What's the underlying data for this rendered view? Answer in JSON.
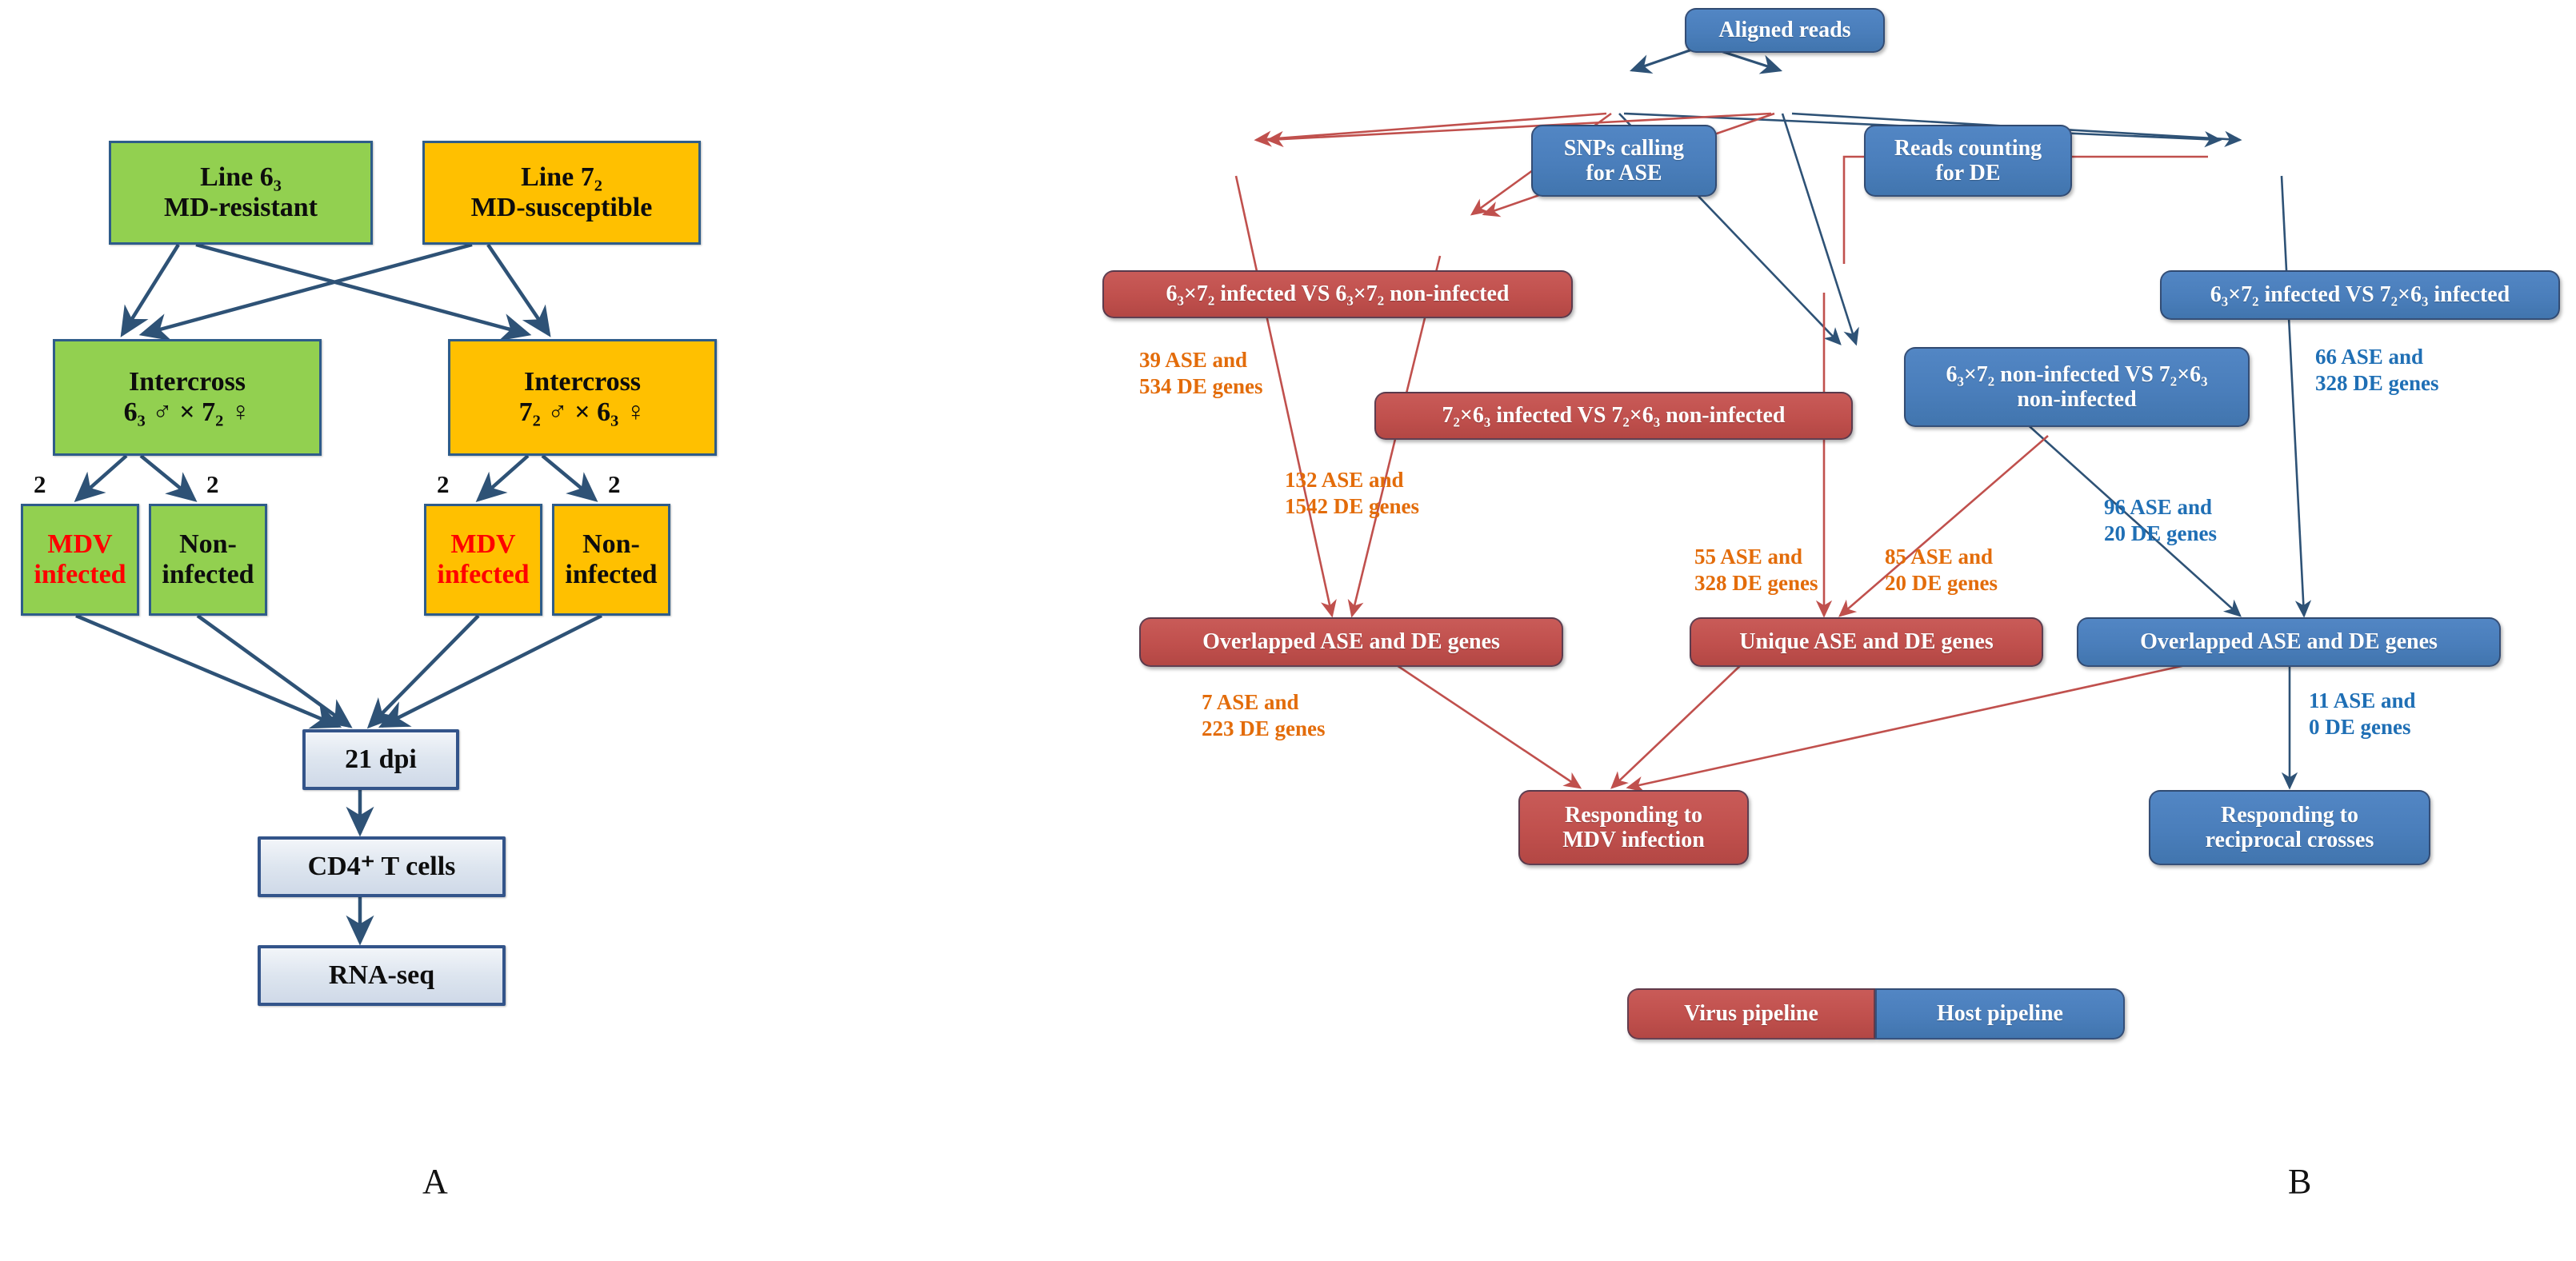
{
  "figure": {
    "panels": [
      {
        "id": "A",
        "caption": "A"
      },
      {
        "id": "B",
        "caption": "B"
      }
    ]
  },
  "panel_a": {
    "nodes": {
      "line63": {
        "line1": "Line 6₃",
        "line2": "MD-resistant",
        "color": "#92D050"
      },
      "line72": {
        "line1": "Line 7₂",
        "line2": "MD-susceptible",
        "color": "#FFC000"
      },
      "intercross1": {
        "line1": "Intercross",
        "line2": "6₃ ♂ × 7₂ ♀",
        "color": "#92D050"
      },
      "intercross2": {
        "line1": "Intercross",
        "line2": "7₂ ♂ × 6₃ ♀",
        "color": "#FFC000"
      },
      "mdv1": {
        "line1": "MDV",
        "line2": "infected",
        "color": "#92D050",
        "text_color": "#FF0000"
      },
      "non1": {
        "line1": "Non-",
        "line2": "infected",
        "color": "#92D050",
        "text_color": "#0d0d0d"
      },
      "mdv2": {
        "line1": "MDV",
        "line2": "infected",
        "color": "#FFC000",
        "text_color": "#FF0000"
      },
      "non2": {
        "line1": "Non-",
        "line2": "infected",
        "color": "#FFC000",
        "text_color": "#0d0d0d"
      },
      "dpi": {
        "label": "21 dpi"
      },
      "cd4": {
        "label": "CD4⁺ T cells"
      },
      "rnaseq": {
        "label": "RNA-seq"
      }
    },
    "edge_labels": {
      "n1": "2",
      "n2": "2",
      "n3": "2",
      "n4": "2"
    }
  },
  "panel_b": {
    "nodes": {
      "aligned": {
        "label": "Aligned reads",
        "type": "host"
      },
      "snps": {
        "line1": "SNPs calling",
        "line2": "for ASE",
        "type": "host"
      },
      "reads": {
        "line1": "Reads counting",
        "line2": "for DE",
        "type": "host"
      },
      "cmp_virus_1": {
        "label": "6₃×7₂ infected VS 6₃×7₂ non-infected",
        "type": "virus"
      },
      "cmp_virus_2": {
        "label": "7₂×6₃ infected VS 7₂×6₃ non-infected",
        "type": "virus"
      },
      "cmp_host_1": {
        "label": "6₃×7₂ infected VS 7₂×6₃ infected",
        "type": "host"
      },
      "cmp_host_2": {
        "line1": "6₃×7₂ non-infected VS 7₂×6₃",
        "line2": "non-infected",
        "type": "host"
      },
      "overlap_v": {
        "label": "Overlapped ASE and DE genes",
        "type": "virus"
      },
      "unique_v": {
        "label": "Unique ASE and DE genes",
        "type": "virus"
      },
      "overlap_h": {
        "label": "Overlapped ASE and DE genes",
        "type": "host"
      },
      "resp_mdv": {
        "line1": "Responding to",
        "line2": "MDV infection",
        "type": "virus"
      },
      "resp_recip": {
        "line1": "Responding to",
        "line2": "reciprocal crosses",
        "type": "host"
      }
    },
    "annotations": [
      {
        "id": "ann-39",
        "line1": "39 ASE and",
        "line2": "534 DE genes",
        "color": "#E36C0A"
      },
      {
        "id": "ann-132",
        "line1": "132 ASE and",
        "line2": "1542 DE genes",
        "color": "#E36C0A"
      },
      {
        "id": "ann-55",
        "line1": "55 ASE and",
        "line2": "328 DE genes",
        "color": "#E36C0A"
      },
      {
        "id": "ann-85",
        "line1": "85 ASE and",
        "line2": "20 DE genes",
        "color": "#E36C0A"
      },
      {
        "id": "ann-7",
        "line1": "7 ASE and",
        "line2": "223 DE  genes",
        "color": "#E36C0A"
      },
      {
        "id": "ann-66",
        "line1": "66 ASE and",
        "line2": "328 DE genes",
        "color": "#1F6FB5"
      },
      {
        "id": "ann-96",
        "line1": "96 ASE and",
        "line2": "20 DE genes",
        "color": "#1F6FB5"
      },
      {
        "id": "ann-11",
        "line1": "11 ASE and",
        "line2": "0 DE genes",
        "color": "#1F6FB5"
      }
    ],
    "legend": {
      "virus": "Virus pipeline",
      "host": "Host pipeline"
    }
  },
  "colors": {
    "green": "#92D050",
    "orange": "#FFC000",
    "host_blue": "#4A7EBB",
    "virus_red": "#C0504D",
    "arrow_navy": "#2E5276",
    "arrow_red": "#C0504D",
    "annot_orange": "#E36C0A",
    "annot_blue": "#1F6FB5",
    "mdv_red_text": "#FF0000"
  }
}
